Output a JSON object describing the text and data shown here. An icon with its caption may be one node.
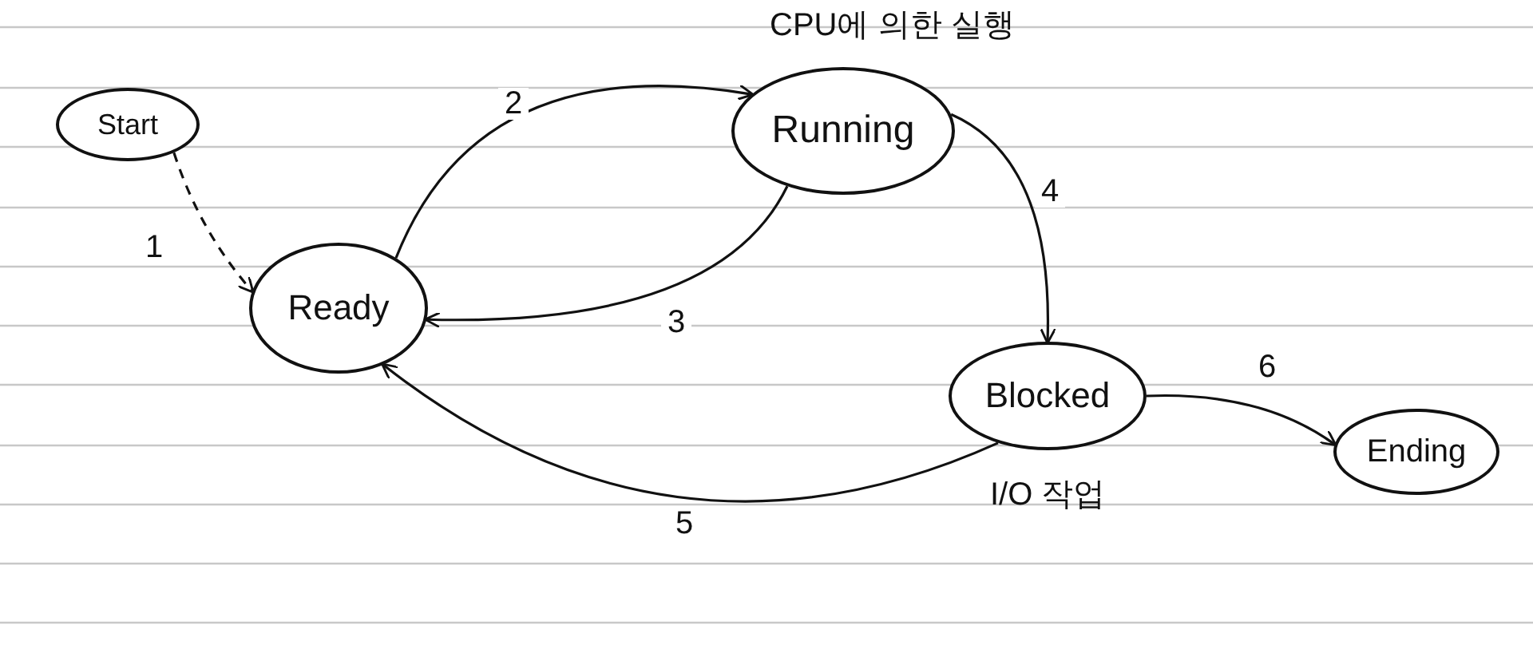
{
  "diagram": {
    "nodes": [
      {
        "text": [
          "Start"
        ]
      },
      {
        "text": [
          "Running"
        ],
        "beside": [
          "CPU에 의한 실행"
        ]
      },
      {
        "text": [
          "Ready"
        ]
      },
      {
        "text": [
          "Blocked"
        ],
        "beside": [
          "I/O 작업"
        ]
      },
      {
        "text": [
          "Ending"
        ]
      }
    ],
    "edges": [
      {
        "from": 0,
        "to": 2,
        "arrow": "to",
        "label": "1",
        "style": "dashed"
      },
      {
        "from": 2,
        "to": 1,
        "arrow": "to",
        "label": "2"
      },
      {
        "from": 1,
        "to": 2,
        "arrow": "to",
        "label": "3"
      },
      {
        "from": 1,
        "to": 3,
        "arrow": "to",
        "label": "4"
      },
      {
        "from": 3,
        "to": 2,
        "arrow": "to",
        "label": "5"
      },
      {
        "from": 3,
        "to": 4,
        "arrow": "to",
        "label": "6"
      }
    ]
  }
}
